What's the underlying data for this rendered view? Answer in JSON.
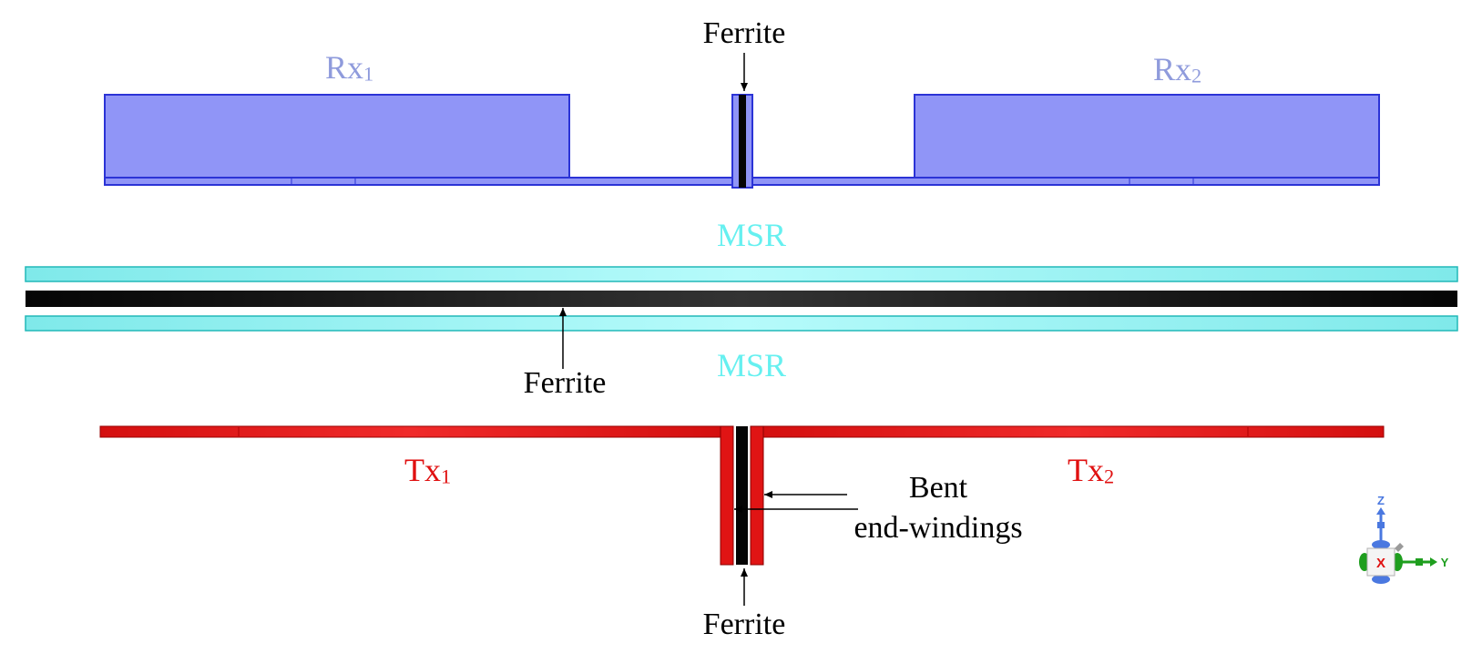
{
  "colors": {
    "rx_fill": "#9095f7",
    "rx_stroke": "#2b33d6",
    "rx_label": "#8f9bdc",
    "msr_fill": "#8ff5f5",
    "msr_stroke": "#22b8b8",
    "msr_label": "#66f0f0",
    "ferrite": "#0a0a0a",
    "tx_fill": "#e01414",
    "tx_label": "#e01010",
    "axis_z": "#4a78e0",
    "axis_y": "#1e9e1e",
    "axis_x": "#e01010"
  },
  "labels": {
    "rx1_base": "Rx",
    "rx1_sub": "1",
    "rx2_base": "Rx",
    "rx2_sub": "2",
    "msr_top": "MSR",
    "msr_bottom": "MSR",
    "tx1_base": "Tx",
    "tx1_sub": "1",
    "tx2_base": "Tx",
    "tx2_sub": "2",
    "ferrite_top": "Ferrite",
    "ferrite_middle": "Ferrite",
    "ferrite_bottom": "Ferrite",
    "bent_line1": "Bent",
    "bent_line2": "end-windings"
  },
  "axes": {
    "z": "Z",
    "y": "Y",
    "x": "X"
  }
}
